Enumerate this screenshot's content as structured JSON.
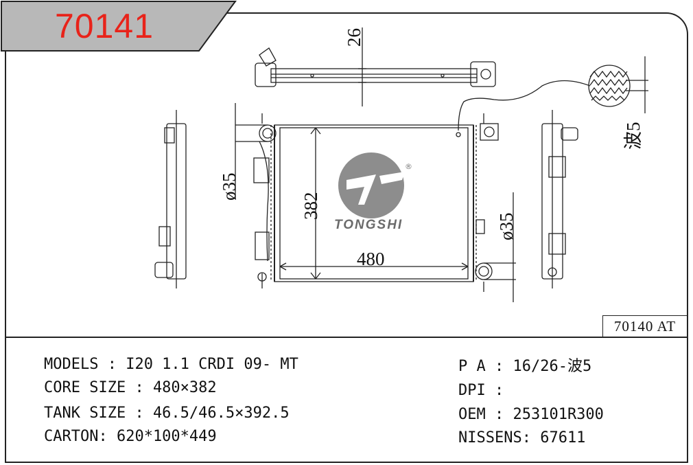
{
  "header": {
    "part_number": "70141"
  },
  "reference_label": "70140 AT",
  "brand": {
    "logo_text": "TONGSHI",
    "registered_mark": "®"
  },
  "dimensions": {
    "top_height": "26",
    "core_width": "480",
    "core_height": "382",
    "inlet_diameter": "ø35",
    "outlet_diameter": "ø35",
    "fin_wave": "波5"
  },
  "specs_left": [
    {
      "key": "models",
      "text": "MODELS : I20 1.1 CRDI 09- MT"
    },
    {
      "key": "core_size",
      "text": "CORE SIZE : 480×382"
    },
    {
      "key": "tank_size",
      "text": "TANK SIZE : 46.5/46.5×392.5"
    },
    {
      "key": "carton",
      "text": "CARTON: 620*100*449"
    }
  ],
  "specs_right": [
    {
      "key": "pa",
      "text": "P A : 16/26-波5"
    },
    {
      "key": "dpi",
      "text": "DPI :"
    },
    {
      "key": "oem",
      "text": "OEM : 253101R300"
    },
    {
      "key": "nissens",
      "text": "NISSENS: 67611"
    }
  ]
}
